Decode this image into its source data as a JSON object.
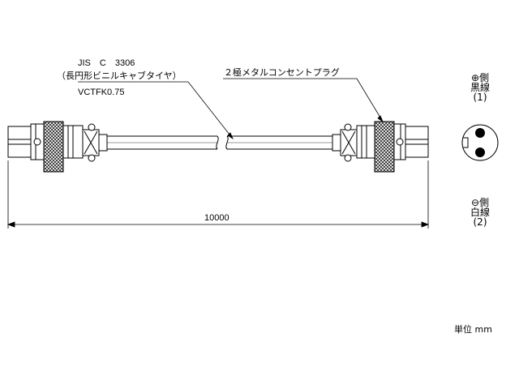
{
  "cable_labels": {
    "standard": "JIS　C　3306",
    "cable_name": "（長円形ビニルキャブタイヤ）",
    "cable_type": "VCTFK0.75",
    "plug_type": "２極メタルコンセントプラグ"
  },
  "dimension": {
    "length": "10000"
  },
  "pin_legend": {
    "positive_side": "⊕側",
    "positive_wire": "黒線",
    "positive_no": "(1)",
    "negative_side": "⊖側",
    "negative_wire": "白線",
    "negative_no": "(2)"
  },
  "unit_note": "単位 mm"
}
